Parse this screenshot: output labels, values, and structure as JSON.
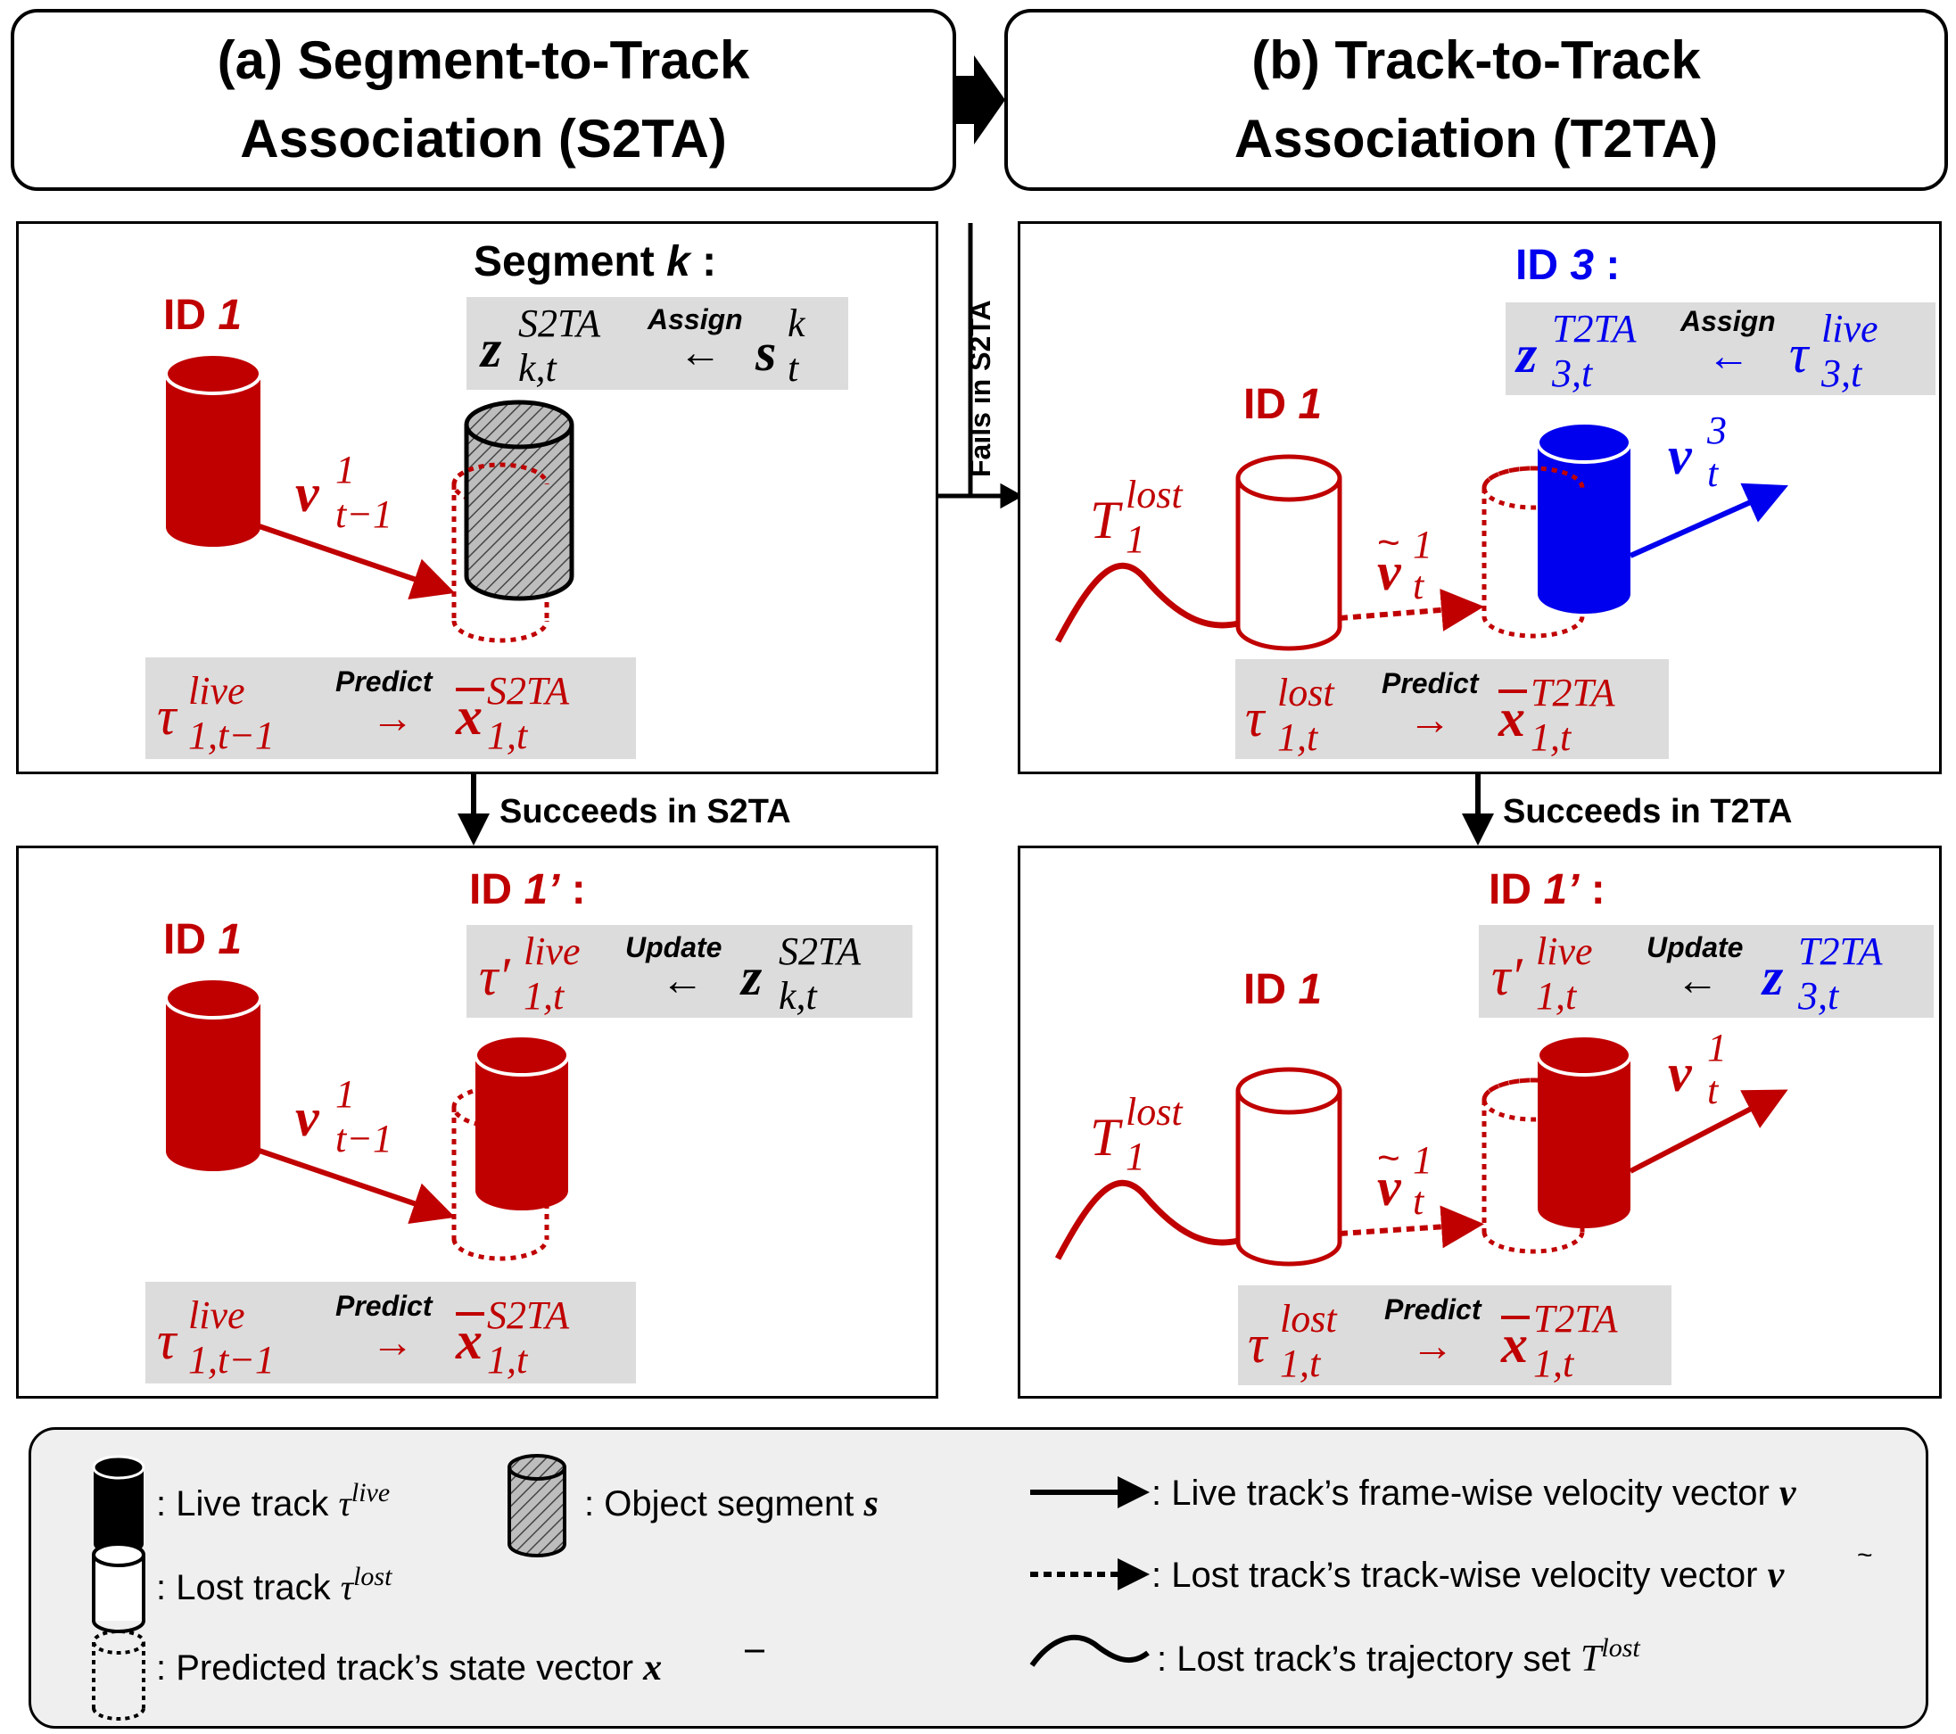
{
  "header_a": {
    "line1": "(a) Segment-to-Track",
    "line2": "Association (S2TA)"
  },
  "header_b": {
    "line1": "(b) Track-to-Track",
    "line2": "Association (T2TA)"
  },
  "flow": {
    "fails": "Fails in S2TA",
    "succeeds_a": "Succeeds in S2TA",
    "succeeds_b": "Succeeds in T2TA"
  },
  "ops": {
    "assign": "Assign",
    "predict": "Predict",
    "update": "Update"
  },
  "p1": {
    "segment_title": "Segment",
    "segment_k": "k",
    "colon": ":",
    "id_label": "ID",
    "id_num": "1"
  },
  "p2": {
    "id3_label": "ID",
    "id3_num": "3",
    "id1_label": "ID",
    "id1_num": "1"
  },
  "p3": {
    "id1p_label": "ID",
    "id1p_num": "1’",
    "id1_label": "ID",
    "id1_num": "1"
  },
  "p4": {
    "id1p_label": "ID",
    "id1p_num": "1’",
    "id1_label": "ID",
    "id1_num": "1"
  },
  "legend": {
    "live": ": Live track",
    "segment": ": Object segment",
    "lost": ": Lost track",
    "predicted": ": Predicted track’s state vector",
    "live_vel": ": Live track’s frame-wise velocity vector",
    "lost_vel": ": Lost track’s track-wise velocity vector",
    "traj": ": Lost track’s trajectory set"
  },
  "colors": {
    "red": "#c00000",
    "blue": "#0000ee",
    "gray": "#dcdcdc",
    "legend_bg": "#efefef"
  }
}
